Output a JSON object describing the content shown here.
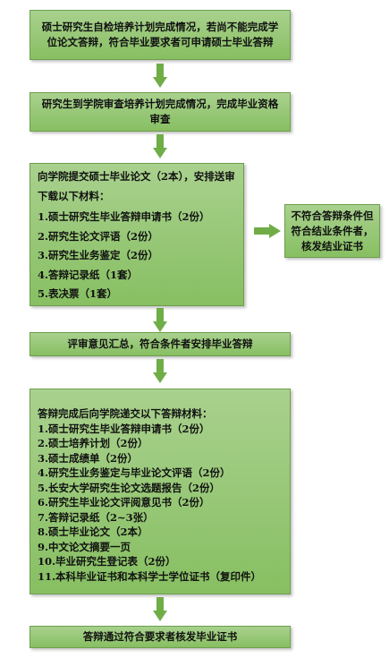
{
  "steps": {
    "s1": "硕士研究生自检培养计划完成情况，若尚不能完成学位论文答辩，符合毕业要求者可申请硕士毕业答辩",
    "s2": "研究生到学院审查培养计划完成情况，完成毕业资格审查",
    "s3": {
      "intro": "向学院提交硕士毕业论文（2本），安排送审下载以下材料：",
      "items": [
        "1.硕士研究生毕业答辩申请书（2份）",
        "2.研究生论文评语（2份）",
        "3.研究生业务鉴定（2份）",
        "4.答辩记录纸（1套）",
        "5.表决票（1套）"
      ]
    },
    "side": "不符合答辩条件但符合结业条件者，核发结业证书",
    "s4": "评审意见汇总，符合条件者安排毕业答辩",
    "s5": {
      "intro": "答辩完成后向学院递交以下答辩材料：",
      "items": [
        "1.硕士研究生毕业答辩申请书（2份）",
        "2.硕士培养计划（2份）",
        "3.硕士成绩单（2份）",
        "4.研究生业务鉴定与毕业论文评语（2份）",
        "5.长安大学研究生论文选题报告（2份）",
        "6.研究生毕业论文评阅意见书（2份）",
        "7.答辩记录纸（2~3张）",
        "8.硕士毕业论文（2本）",
        "9.中文论文摘要一页",
        "10.毕业研究生登记表（2份）",
        "11.本科毕业证书和本科学士学位证书（复印件）"
      ]
    },
    "s6": "答辩通过符合要求者核发毕业证书"
  },
  "colors": {
    "box_fill": "#a9d18e",
    "arrow": "#70ad47"
  }
}
